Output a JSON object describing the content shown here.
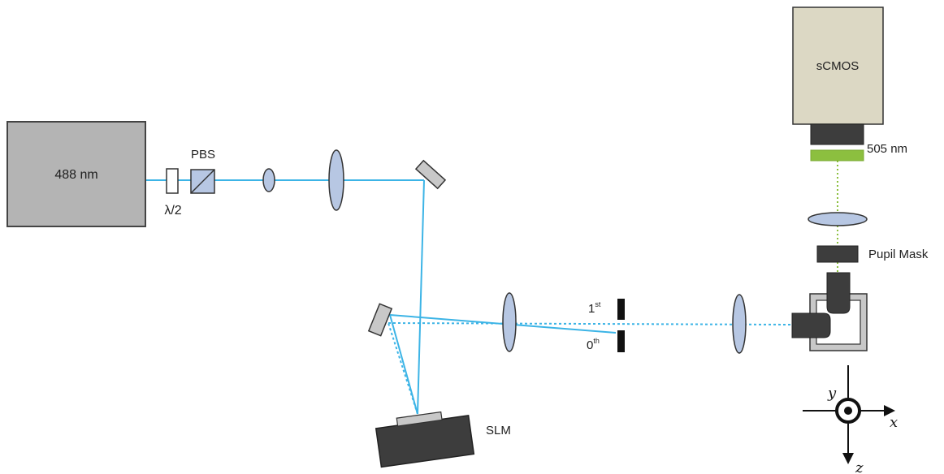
{
  "labels": {
    "laser": "488 nm",
    "pbs": "PBS",
    "half_wave": "λ/2",
    "camera": "sCMOS",
    "filter": "505 nm",
    "pupil_mask": "Pupil Mask",
    "first_order_base": "1",
    "first_order_sup": "st",
    "zeroth_order_base": "0",
    "zeroth_order_sup": "th",
    "slm": "SLM",
    "axis_x": "x",
    "axis_y": "y",
    "axis_z": "z"
  },
  "colors": {
    "beam": "#3cb4e6",
    "emission": "#8cbf3f",
    "lens_fill": "#b7c7e3",
    "laser_box": "#b4b4b4",
    "camera_body": "#dcd8c4",
    "dark_part": "#3d3d3d",
    "mirror": "#c8c8c8"
  }
}
